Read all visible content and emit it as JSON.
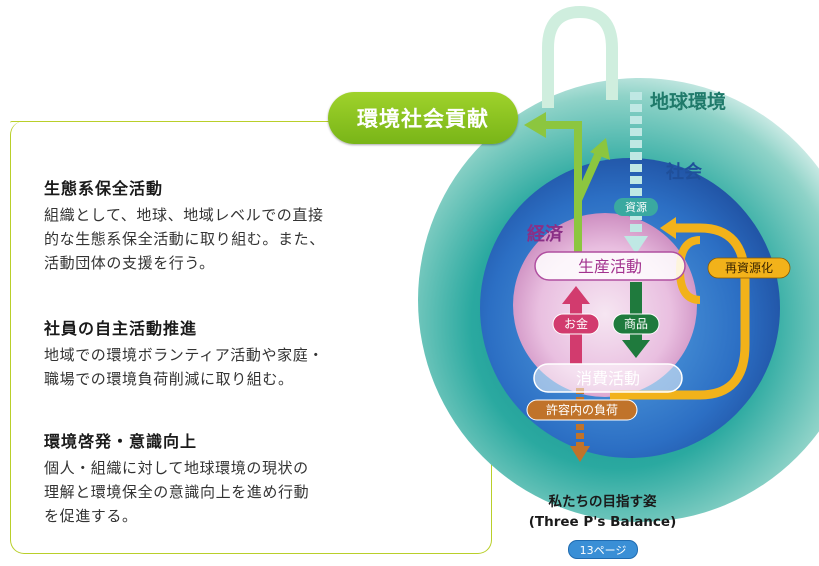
{
  "banner": {
    "label": "環境社会貢献"
  },
  "sections": [
    {
      "title": "生態系保全活動",
      "lines": [
        "組織として、地球、地域レベルでの直接",
        "的な生態系保全活動に取り組む。また、",
        "活動団体の支援を行う。"
      ]
    },
    {
      "title": "社員の自主活動推進",
      "lines": [
        "地域での環境ボランティア活動や家庭・",
        "職場での環境負荷削減に取り組む。"
      ]
    },
    {
      "title": "環境啓発・意識向上",
      "lines": [
        "個人・組織に対して地球環境の現状の",
        "理解と環境保全の意識向上を進め行動",
        "を促進する。"
      ]
    }
  ],
  "diagram": {
    "sphere_labels": {
      "outer": "地球環境",
      "middle": "社会",
      "inner": "経済"
    },
    "nodes": {
      "production": "生産活動",
      "consumption": "消費活動"
    },
    "flow_labels": {
      "resources": "資源",
      "recycling": "再資源化",
      "money": "お金",
      "goods": "商品",
      "load": "許容内の負荷"
    }
  },
  "caption": {
    "line1": "私たちの目指す姿",
    "line2": "(Three P's Balance)"
  },
  "page_link": {
    "label": "13ページ"
  },
  "colors": {
    "accent_green": "#8cc63f",
    "frame": "#b9cf2a",
    "teal": "#2aa9a0",
    "recycle": "#f2b21a",
    "money": "#d23b6e",
    "goods": "#1f7a3d",
    "load": "#c0732a",
    "link": "#3a8fd6"
  }
}
